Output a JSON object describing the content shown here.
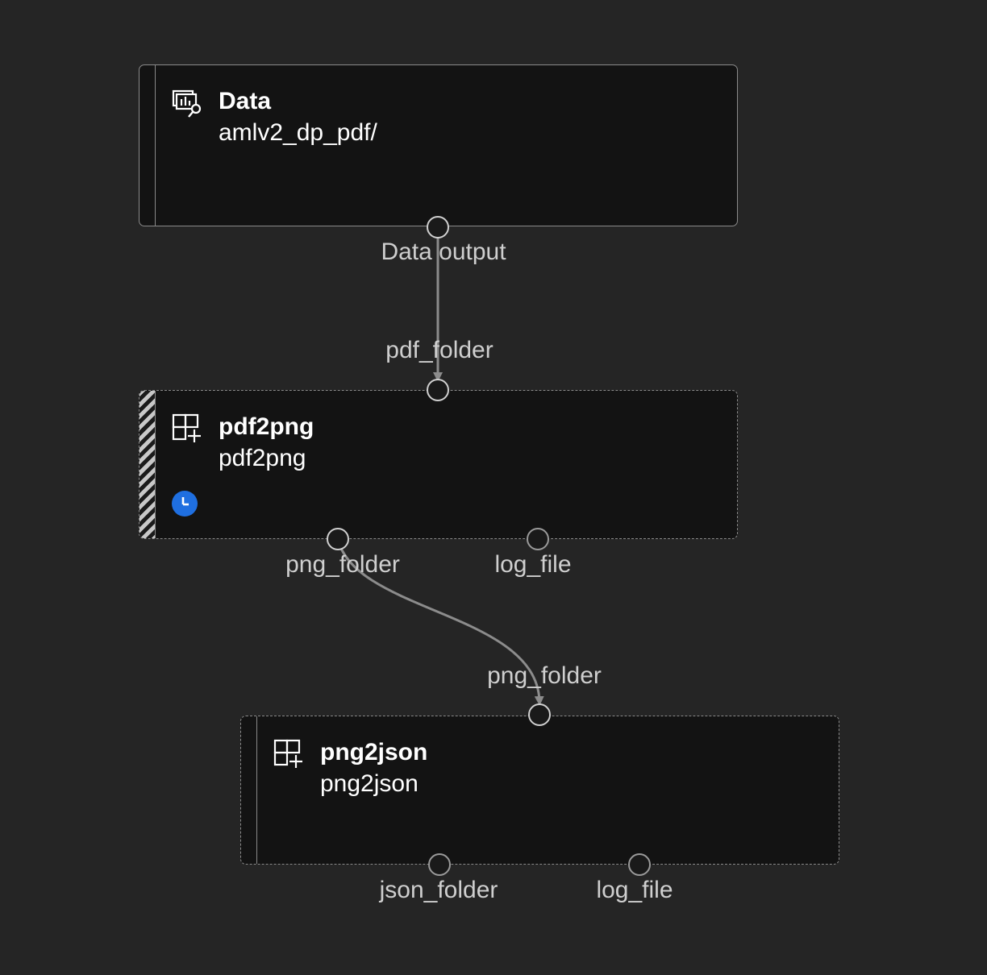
{
  "nodes": {
    "data": {
      "title": "Data",
      "subtitle": "amlv2_dp_pdf/",
      "icon": "dataset-icon",
      "output_port": "Data output"
    },
    "pdf2png": {
      "title": "pdf2png",
      "subtitle": "pdf2png",
      "icon": "component-icon",
      "status_icon": "queued-clock-icon",
      "input_port": "pdf_folder",
      "output_ports": [
        "png_folder",
        "log_file"
      ]
    },
    "png2json": {
      "title": "png2json",
      "subtitle": "png2json",
      "icon": "component-icon",
      "input_port": "png_folder",
      "output_ports": [
        "json_folder",
        "log_file"
      ]
    }
  },
  "colors": {
    "canvas": "#252525",
    "node_fill": "#131313",
    "border": "#8a8a8a",
    "edge": "#8c8c8c",
    "status_blue": "#1f6fe0",
    "label": "#cfcfcf"
  }
}
